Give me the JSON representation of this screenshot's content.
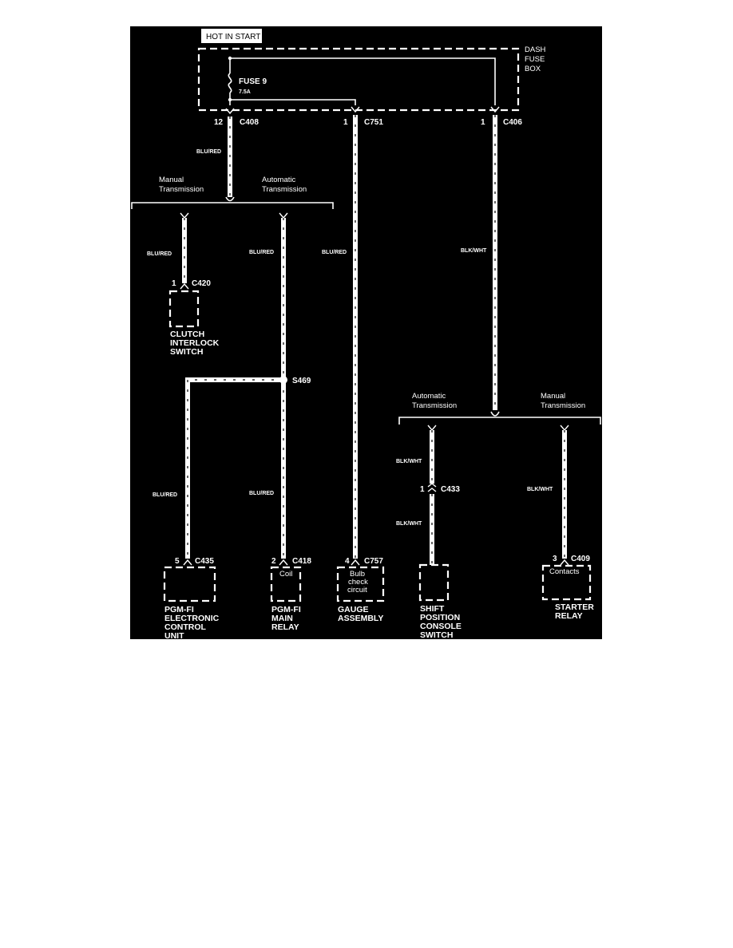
{
  "header_tag": "HOT IN START",
  "fuse_box": {
    "name_lines": [
      "DASH",
      "FUSE",
      "BOX"
    ],
    "fuse_label": "FUSE 9",
    "fuse_rating": "7.5A"
  },
  "connectors": {
    "c408": {
      "pin": "12",
      "id": "C408"
    },
    "c751": {
      "pin": "1",
      "id": "C751"
    },
    "c406": {
      "pin": "1",
      "id": "C406"
    },
    "c420": {
      "pin": "1",
      "id": "C420"
    },
    "c435": {
      "pin": "5",
      "id": "C435"
    },
    "c418": {
      "pin": "2",
      "id": "C418"
    },
    "c757": {
      "pin": "4",
      "id": "C757"
    },
    "c433": {
      "pin": "1",
      "id": "C433"
    },
    "c409": {
      "pin": "3",
      "id": "C409"
    }
  },
  "splice": {
    "id": "S469"
  },
  "wire_colors": {
    "blu_red": "BLU/RED",
    "blk_wht": "BLK/WHT"
  },
  "branches": {
    "left": {
      "manual": [
        "Manual",
        "Transmission"
      ],
      "automatic": [
        "Automatic",
        "Transmission"
      ]
    },
    "right": {
      "automatic": [
        "Automatic",
        "Transmission"
      ],
      "manual": [
        "Manual",
        "Transmission"
      ]
    }
  },
  "components": {
    "clutch": [
      "CLUTCH",
      "INTERLOCK",
      "SWITCH"
    ],
    "ecu": [
      "PGM-FI",
      "ELECTRONIC",
      "CONTROL",
      "UNIT"
    ],
    "main_relay": {
      "name": [
        "PGM-FI",
        "MAIN",
        "RELAY"
      ],
      "inner": "Coil"
    },
    "gauge": {
      "name": [
        "GAUGE",
        "ASSEMBLY"
      ],
      "inner": [
        "Bulb",
        "check",
        "circuit"
      ]
    },
    "shift": [
      "SHIFT",
      "POSITION",
      "CONSOLE",
      "SWITCH"
    ],
    "starter": {
      "name": [
        "STARTER",
        "RELAY"
      ],
      "inner": "Contacts"
    }
  },
  "colors": {
    "background": "#000000",
    "ink": "#ffffff"
  }
}
